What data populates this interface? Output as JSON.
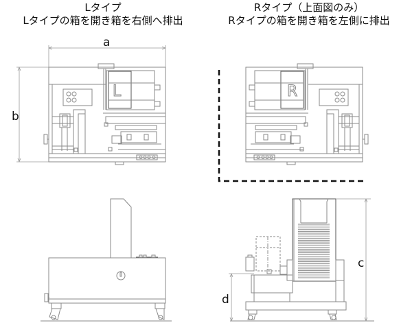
{
  "titles": {
    "l_type": {
      "heading": "Lタイプ",
      "description": "Lタイプの箱を開き箱を右側へ排出"
    },
    "r_type": {
      "heading": "Rタイプ（上面図のみ）",
      "description": "Rタイプの箱を開き箱を左側に排出"
    }
  },
  "dimensions": {
    "a": "a",
    "b": "b",
    "c": "c",
    "d": "d"
  },
  "views": {
    "l_top": {
      "marker": "L"
    },
    "r_top": {
      "marker": "R"
    }
  }
}
